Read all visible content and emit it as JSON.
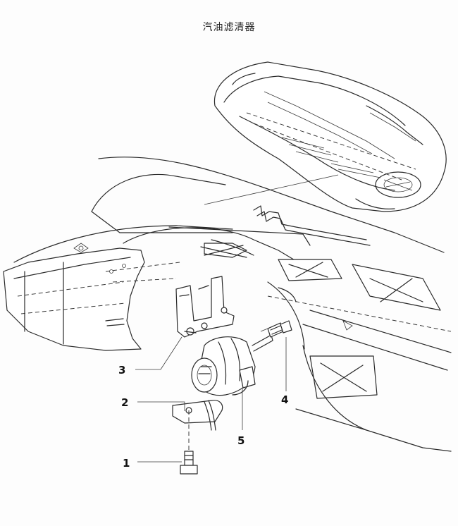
{
  "title": "汽油滤清器",
  "callouts": [
    {
      "id": "1",
      "label": "1"
    },
    {
      "id": "2",
      "label": "2"
    },
    {
      "id": "3",
      "label": "3"
    },
    {
      "id": "4",
      "label": "4"
    },
    {
      "id": "5",
      "label": "5"
    }
  ]
}
